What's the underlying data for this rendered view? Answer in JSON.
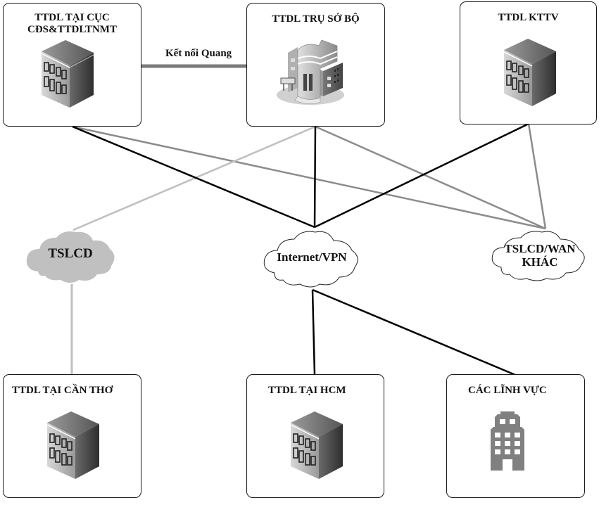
{
  "diagram": {
    "nodes": [
      {
        "id": "cuc",
        "title": "TTDL TẠI CỤC\nCĐS&TTDLTNMT",
        "icon": "building-icon"
      },
      {
        "id": "truso",
        "title": "TTDL TRỤ SỞ BỘ",
        "icon": "headquarters-building-icon"
      },
      {
        "id": "kttv",
        "title": "TTDL KTTV",
        "icon": "building-icon"
      },
      {
        "id": "cantho",
        "title": "TTDL TẠI CẦN THƠ",
        "icon": "building-icon"
      },
      {
        "id": "hcm",
        "title": "TTDL TẠI HCM",
        "icon": "building-icon"
      },
      {
        "id": "linhvuc",
        "title": "CÁC LĨNH VỰC",
        "icon": "office-tower-icon"
      }
    ],
    "clouds": [
      {
        "id": "tslcd",
        "label": "TSLCD",
        "style": "filled-gray"
      },
      {
        "id": "internet",
        "label": "Internet/VPN",
        "style": "outline"
      },
      {
        "id": "wan",
        "label": "TSLCD/WAN\nKHÁC",
        "style": "outline"
      }
    ],
    "links": [
      {
        "from": "cuc",
        "to": "truso",
        "label": "Kết nối Quang",
        "style": "thick-gray"
      },
      {
        "from": "cuc",
        "to": "internet",
        "style": "black"
      },
      {
        "from": "cuc",
        "to": "wan",
        "style": "gray"
      },
      {
        "from": "truso",
        "to": "tslcd",
        "style": "light-gray"
      },
      {
        "from": "truso",
        "to": "internet",
        "style": "black"
      },
      {
        "from": "truso",
        "to": "wan",
        "style": "gray"
      },
      {
        "from": "kttv",
        "to": "internet",
        "style": "black"
      },
      {
        "from": "kttv",
        "to": "wan",
        "style": "gray"
      },
      {
        "from": "tslcd",
        "to": "cantho",
        "style": "light-gray"
      },
      {
        "from": "internet",
        "to": "hcm",
        "style": "black"
      },
      {
        "from": "internet",
        "to": "linhvuc",
        "style": "black"
      }
    ],
    "colors": {
      "black_link": "#000000",
      "gray_link": "#8c8c8c",
      "light_gray_link": "#bfbfbf",
      "fiber_link": "#7a7a7a",
      "tslcd_cloud_fill": "#c0c0c0",
      "tower_icon": "#808080"
    }
  }
}
